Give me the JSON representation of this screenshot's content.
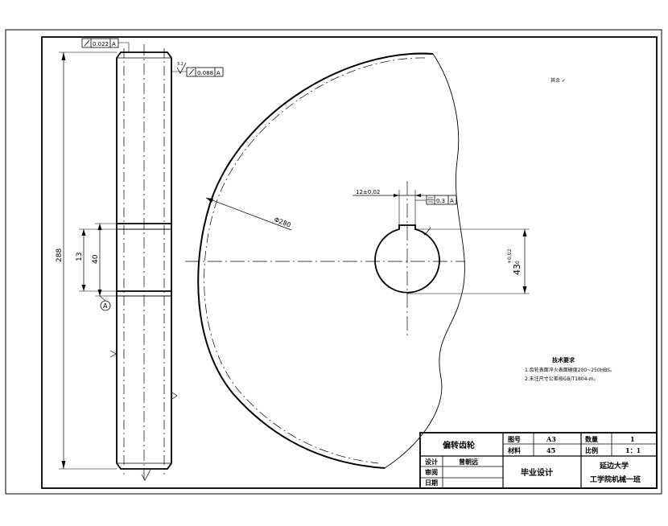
{
  "drawing": {
    "side_view": {
      "overall_height": "288",
      "hub_width_outer": "13",
      "hub_width_inner": "40",
      "datum_label": "A",
      "runout_top_value": "0.022",
      "runout_top_datum": "A",
      "runout_right_value": "0.088",
      "runout_right_datum": "A",
      "roughness_mark": "3.2"
    },
    "front_view": {
      "radius_label": "Φ280",
      "key_width_dim": "12±0.02",
      "symmetry_tol_value": "0.3",
      "symmetry_tol_datum": "A",
      "bore_dim_main": "43",
      "bore_dim_tol_upper": "+0.02",
      "bore_dim_tol_lower": "0"
    },
    "other_roughness": "其余 ✓",
    "tech_notes": {
      "title": "技术要求",
      "lines": [
        "1.齿轮表面淬火表面硬度200~250HBS。",
        "2.未注尺寸公差按GB/T1804-m。"
      ]
    },
    "title_block": {
      "part_name": "偏转齿轮",
      "drawing_no_label": "图号",
      "drawing_no_value": "A3",
      "quantity_label": "数量",
      "quantity_value": "1",
      "material_label": "材料",
      "material_value": "45",
      "scale_label": "比例",
      "scale_value": "1：1",
      "designer_label": "设计",
      "designer_name": "曾朝远",
      "checker_label": "审阅",
      "date_label": "日期",
      "project": "毕业设计",
      "school_line1": "延边大学",
      "school_line2": "工学院机械一班"
    }
  }
}
